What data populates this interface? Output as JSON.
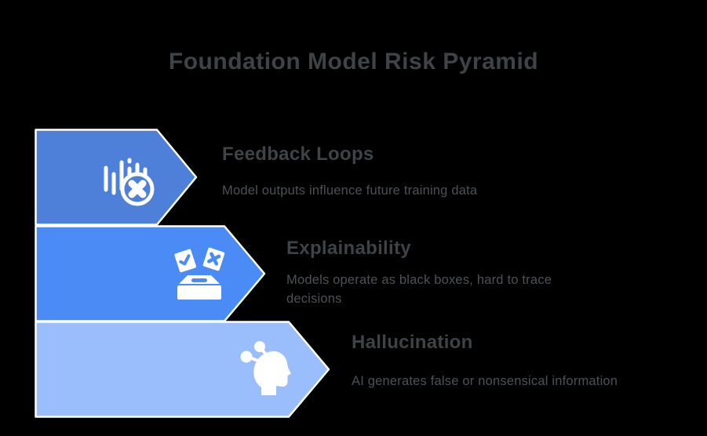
{
  "title": "Foundation Model Risk Pyramid",
  "colors": {
    "level1": "#4E80D9",
    "level2": "#4A8BF5",
    "level3": "#9ABDFC",
    "outline": "#FFFFFF",
    "title_text": "#3F4347",
    "heading_text": "#3E4347",
    "body_text": "#4D5156",
    "background": "#000000",
    "icon": "#FFFFFF"
  },
  "levels": [
    {
      "heading": "Feedback Loops",
      "description": "Model outputs influence future training data",
      "icon": "waveform-error-icon",
      "color": "#4E80D9"
    },
    {
      "heading": "Explainability",
      "description": "Models operate as black boxes, hard to trace decisions",
      "icon": "ballot-box-icon",
      "color": "#4A8BF5"
    },
    {
      "heading": "Hallucination",
      "description": "AI generates false or nonsensical information",
      "icon": "head-pins-icon",
      "color": "#9ABDFC"
    }
  ]
}
